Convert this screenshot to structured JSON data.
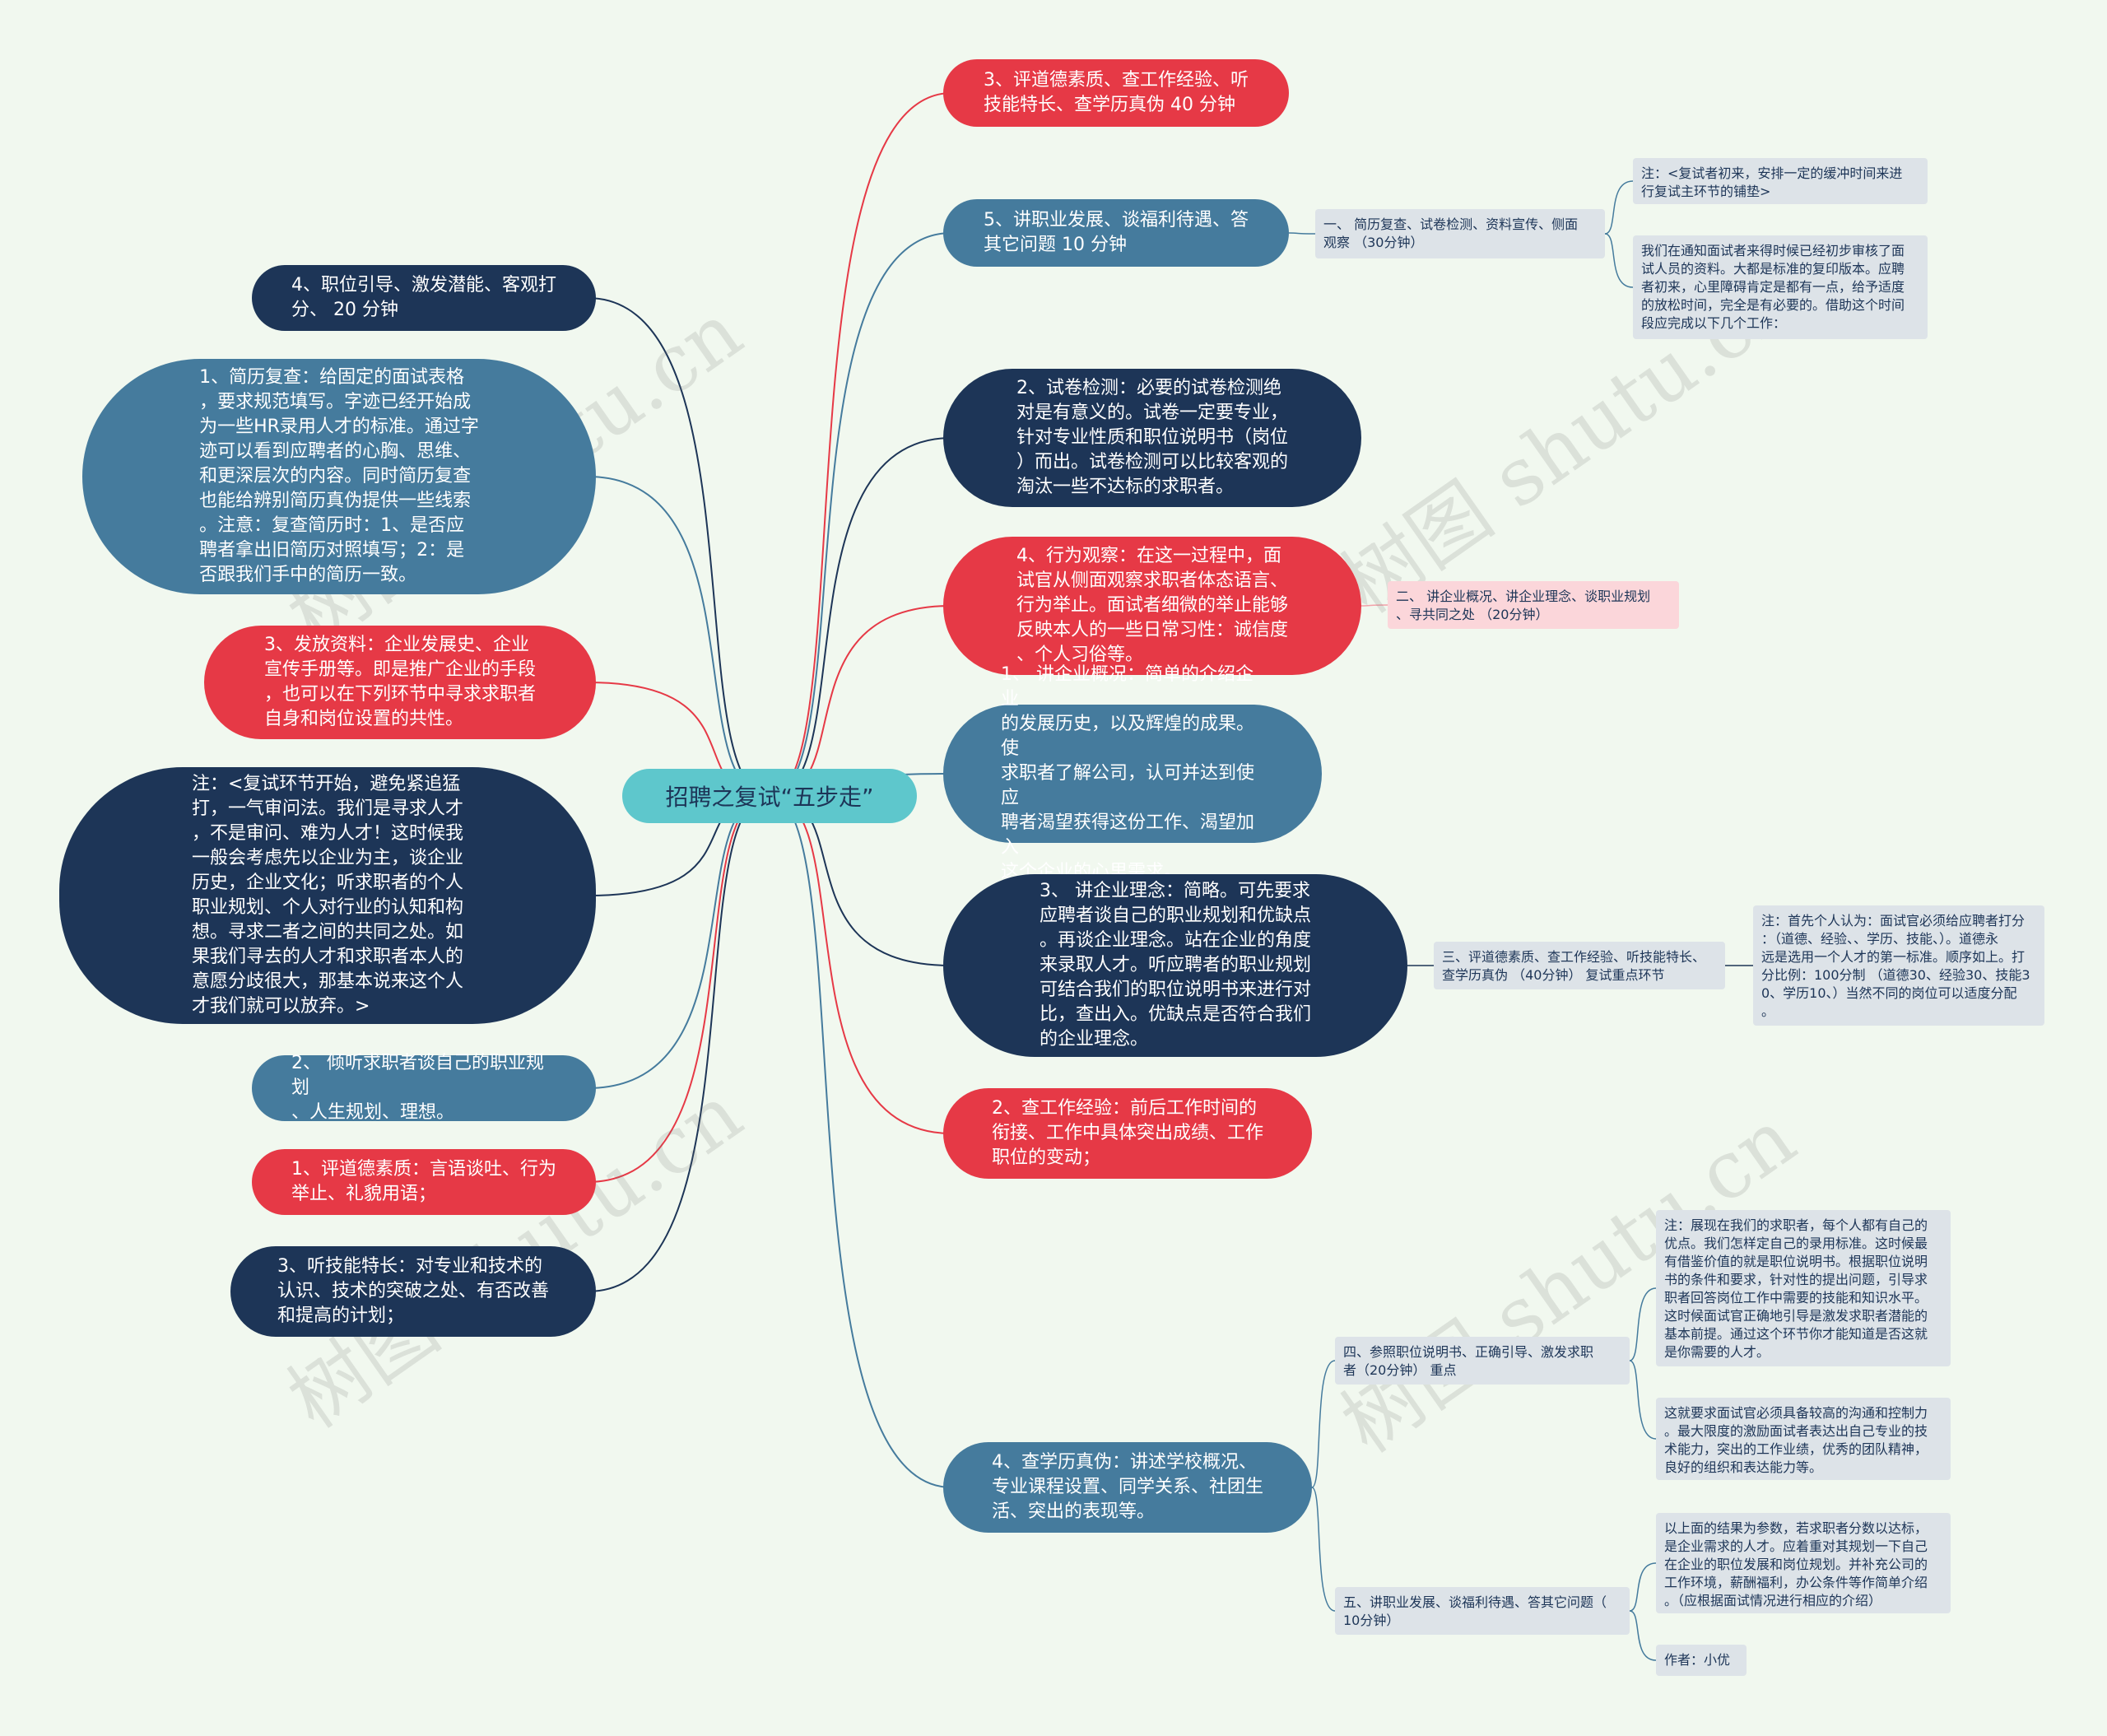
{
  "root": {
    "label": "招聘之复试“五步走”"
  },
  "colors": {
    "red": "#e63946",
    "steel": "#457b9d",
    "navy": "#1d3557",
    "root": "#5ec7cc",
    "note": "#dde3e8",
    "background": "#f1f8ef"
  },
  "left": [
    {
      "text": "4、职位引导、激发潜能、客观打\n分、 20 分钟"
    },
    {
      "text": "1、简历复查：给固定的面试表格\n，要求规范填写。字迹已经开始成\n为一些HR录用人才的标准。通过字\n迹可以看到应聘者的心胸、思维、\n和更深层次的内容。同时简历复查\n也能给辨别简历真伪提供一些线索\n。注意：复查简历时：1、是否应\n聘者拿出旧简历对照填写；2：是\n否跟我们手中的简历一致。"
    },
    {
      "text": "3、发放资料：企业发展史、企业\n宣传手册等。即是推广企业的手段\n，也可以在下列环节中寻求求职者\n自身和岗位设置的共性。"
    },
    {
      "text": "注：<复试环节开始，避免紧追猛\n打，一气审问法。我们是寻求人才\n，不是审问、难为人才！这时候我\n一般会考虑先以企业为主，谈企业\n历史，企业文化；听求职者的个人\n职业规划、个人对行业的认知和构\n想。寻求二者之间的共同之处。如\n果我们寻去的人才和求职者本人的\n意愿分歧很大，那基本说来这个人\n才我们就可以放弃。>"
    },
    {
      "text": "2、 倾听求职者谈自己的职业规划\n、人生规划、理想。"
    },
    {
      "text": "1、评道德素质：言语谈吐、行为\n举止、礼貌用语；"
    },
    {
      "text": "3、听技能特长：对专业和技术的\n认识、技术的突破之处、有否改善\n和提高的计划；"
    }
  ],
  "right": [
    {
      "text": "3、评道德素质、查工作经验、听\n技能特长、查学历真伪 40 分钟"
    },
    {
      "text": "5、讲职业发展、谈福利待遇、答\n其它问题 10 分钟"
    },
    {
      "text": "2、试卷检测：必要的试卷检测绝\n对是有意义的。试卷一定要专业，\n针对专业性质和职位说明书（岗位\n）而出。试卷检测可以比较客观的\n淘汰一些不达标的求职者。"
    },
    {
      "text": "4、行为观察：在这一过程中，面\n试官从侧面观察求职者体态语言、\n行为举止。面试者细微的举止能够\n反映本人的一些日常习性：诚信度\n、个人习俗等。"
    },
    {
      "text": "1、 讲企业概况：简单的介绍企业\n的发展历史，以及辉煌的成果。使\n求职者了解公司，认可并达到使应\n聘者渴望获得这份工作、渴望加入\n这个企业的心里需求。"
    },
    {
      "text": "3、 讲企业理念：简略。可先要求\n应聘者谈自己的职业规划和优缺点\n。再谈企业理念。站在企业的角度\n来录取人才。听应聘者的职业规划\n可结合我们的职位说明书来进行对\n比，查出入。优缺点是否符合我们\n的企业理念。"
    },
    {
      "text": "2、查工作经验：前后工作时间的\n衔接、工作中具体突出成绩、工作\n职位的变动；"
    },
    {
      "text": "4、查学历真伪：讲述学校概况、\n专业课程设置、同学关系、社团生\n活、突出的表现等。"
    }
  ],
  "notes": {
    "n1": "一、 简历复查、试卷检测、资料宣传、侧面\n观察 （30分钟）",
    "n1a": "注：<复试者初来，安排一定的缓冲时间来进\n行复试主环节的铺垫>",
    "n1b": "我们在通知面试者来得时候已经初步审核了面\n试人员的资料。大都是标准的复印版本。应聘\n者初来，心里障碍肯定是都有一点，给予适度\n的放松时间，完全是有必要的。借助这个时间\n段应完成以下几个工作：",
    "n2": "二、 讲企业概况、讲企业理念、谈职业规划\n、寻共同之处 （20分钟）",
    "n3": "三、评道德素质、查工作经验、听技能特长、\n查学历真伪 （40分钟） 复试重点环节",
    "n3a": "注：首先个人认为：面试官必须给应聘者打分\n：（道德、经验、、学历、技能、）。道德永\n远是选用一个人才的第一标准。顺序如上。打\n分比例：100分制 （道德30、经验30、技能3\n0、学历10、）当然不同的岗位可以适度分配\n。",
    "n4": "四、参照职位说明书、正确引导、激发求职\n者（20分钟） 重点",
    "n4a": "注：展现在我们的求职者，每个人都有自己的\n优点。我们怎样定自己的录用标准。这时候最\n有借鉴价值的就是职位说明书。根据职位说明\n书的条件和要求，针对性的提出问题，引导求\n职者回答岗位工作中需要的技能和知识水平。\n这时候面试官正确地引导是激发求职者潜能的\n基本前提。通过这个环节你才能知道是否这就\n是你需要的人才。",
    "n4b": "这就要求面试官必须具备较高的沟通和控制力\n。最大限度的激励面试者表达出自己专业的技\n术能力，突出的工作业绩，优秀的团队精神，\n良好的组织和表达能力等。",
    "n5": "五、讲职业发展、谈福利待遇、答其它问题（\n10分钟）",
    "n5a": "以上面的结果为参数，若求职者分数以达标，\n是企业需求的人才。应着重对其规划一下自己\n在企业的职位发展和岗位规划。并补充公司的\n工作环境，薪酬福利，办公条件等作简单介绍\n。（应根据面试情况进行相应的介绍）",
    "n5b": "作者：小优"
  }
}
